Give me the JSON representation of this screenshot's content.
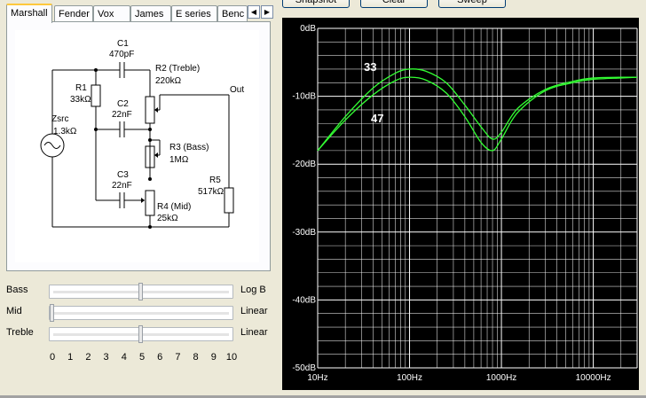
{
  "tabs": {
    "items": [
      {
        "label": "Marshall",
        "active": true
      },
      {
        "label": "Fender"
      },
      {
        "label": "Vox"
      },
      {
        "label": "James"
      },
      {
        "label": "E series"
      },
      {
        "label": "Benc"
      }
    ],
    "scroll_left_icon": "triangle-left",
    "scroll_right_icon": "triangle-right"
  },
  "schematic": {
    "c1_name": "C1",
    "c1_value": "470pF",
    "r1_name": "R1",
    "r1_value": "33kΩ",
    "r2_name": "R2 (Treble)",
    "r2_value": "220kΩ",
    "c2_name": "C2",
    "c2_value": "22nF",
    "r3_name": "R3 (Bass)",
    "r3_value": "1MΩ",
    "c3_name": "C3",
    "c3_value": "22nF",
    "r4_name": "R4 (Mid)",
    "r4_value": "25kΩ",
    "r5_name": "R5",
    "r5_value": "517kΩ",
    "zsrc_name": "Zsrc",
    "zsrc_value": "1.3kΩ",
    "out_label": "Out"
  },
  "controls": {
    "bass": {
      "label": "Bass",
      "mode": "Log B",
      "value": 5
    },
    "mid": {
      "label": "Mid",
      "mode": "Linear",
      "value": 0
    },
    "treble": {
      "label": "Treble",
      "mode": "Linear",
      "value": 5
    },
    "scale": [
      "0",
      "1",
      "2",
      "3",
      "4",
      "5",
      "6",
      "7",
      "8",
      "9",
      "10"
    ]
  },
  "toolbar": {
    "snapshot_label": "Snapshot",
    "clear_label": "Clear",
    "sweep_label": "Sweep"
  },
  "plot": {
    "background": "#000000",
    "grid_color": "#ffffff",
    "curve_color": "#33ff33",
    "y_labels": [
      "0dB",
      "-10dB",
      "-20dB",
      "-30dB",
      "-40dB",
      "-50dB"
    ],
    "x_labels": [
      "10Hz",
      "100Hz",
      "1000Hz",
      "10000Hz"
    ],
    "annotations": [
      "33",
      "47"
    ]
  },
  "chart_data": {
    "type": "line",
    "xscale": "log",
    "xlim": [
      10,
      30000
    ],
    "ylim": [
      -50,
      0
    ],
    "series": [
      {
        "x": [
          10,
          20,
          40,
          70,
          100,
          150,
          250,
          400,
          600,
          800,
          1000,
          1500,
          3000,
          6000,
          10000,
          20000,
          30000
        ],
        "values": [
          -18.0,
          -13.0,
          -8.8,
          -6.6,
          -6.0,
          -6.3,
          -8.0,
          -11.3,
          -14.5,
          -16.3,
          -15.3,
          -11.8,
          -9.0,
          -7.8,
          -7.3,
          -7.2,
          -7.2
        ]
      },
      {
        "x": [
          10,
          20,
          40,
          70,
          100,
          150,
          250,
          400,
          600,
          800,
          1000,
          1500,
          3000,
          6000,
          10000,
          20000,
          30000
        ],
        "values": [
          -18.0,
          -13.5,
          -9.8,
          -7.7,
          -7.2,
          -7.6,
          -9.5,
          -13.0,
          -16.8,
          -18.0,
          -16.3,
          -12.4,
          -9.2,
          -8.0,
          -7.5,
          -7.3,
          -7.2
        ]
      }
    ]
  }
}
